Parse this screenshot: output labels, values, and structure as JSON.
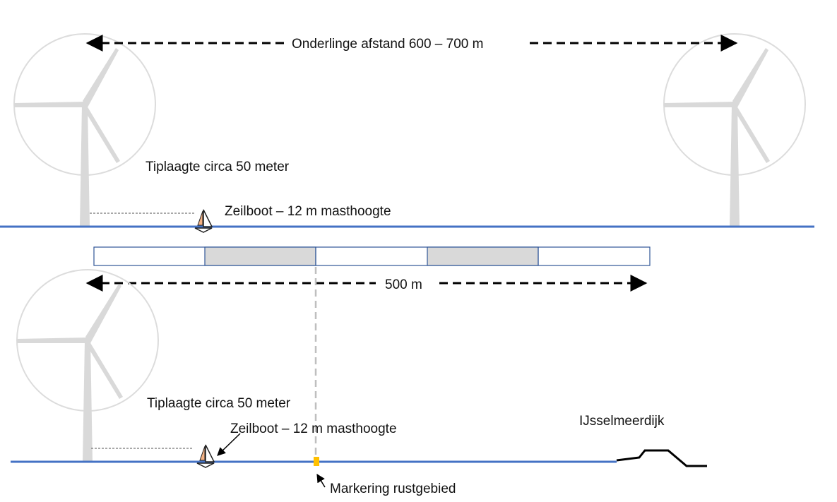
{
  "labels": {
    "spacing_top": "Onderlinge afstand 600 – 700 m",
    "tip_height_top": "Tiplaagte circa 50 meter",
    "sailboat_top": "Zeilboot – 12 m masthoogte",
    "distance_bottom": "500 m",
    "tip_height_bottom": "Tiplaagte circa 50 meter",
    "sailboat_bottom": "Zeilboot – 12 m masthoogte",
    "dike": "IJsselmeerdijk",
    "marker": "Markering rustgebied"
  },
  "scale_bar": {
    "segments": 5,
    "shaded_segments": [
      1,
      3
    ]
  },
  "colors": {
    "water_line": "#4472c4",
    "turbine": "#d9d9d9",
    "scale_shade": "#d9d9d9",
    "scale_border": "#2f5597",
    "marker": "#ffc000",
    "arrow": "#000000",
    "dashed_guide": "#bfbfbf"
  }
}
